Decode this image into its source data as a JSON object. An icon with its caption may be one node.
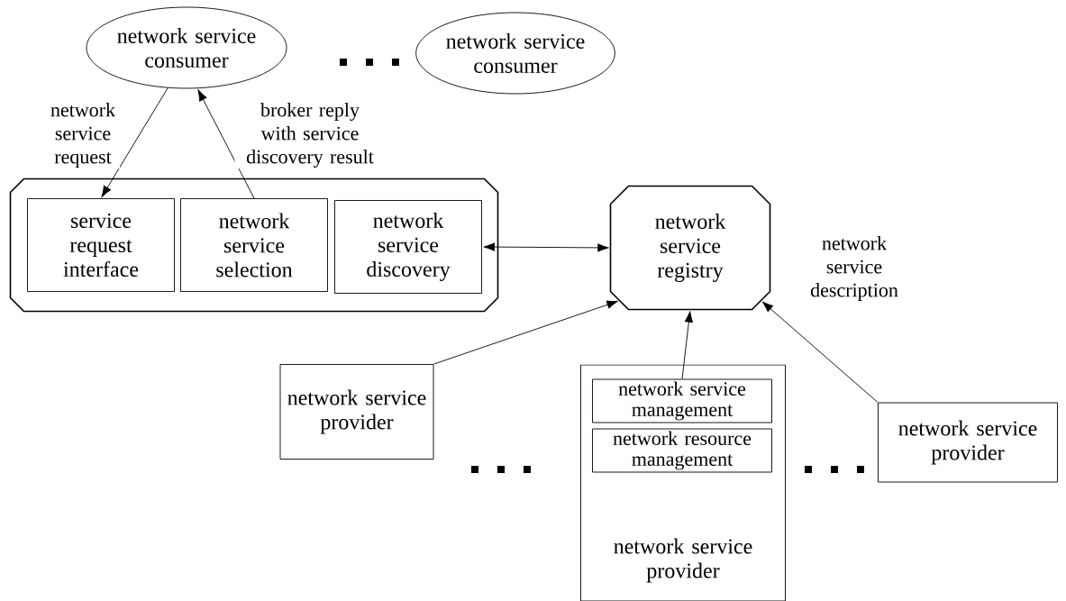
{
  "diagram": {
    "nodes": [
      {
        "text": [
          "network service consumer"
        ]
      },
      {
        "text": [
          "network service consumer"
        ]
      },
      {
        "text": [],
        "shape": "octagon"
      },
      {
        "text": [
          "service request interface"
        ],
        "in": 2
      },
      {
        "text": [
          "network service selection"
        ],
        "in": 2
      },
      {
        "text": [
          "network service discovery"
        ],
        "in": 2
      },
      {
        "text": [
          "network service registry"
        ]
      },
      {
        "text": [
          "network service provider"
        ]
      },
      {
        "text": [
          "network service provider"
        ]
      },
      {
        "text": [
          "network service management"
        ],
        "in": 8
      },
      {
        "text": [
          "network resource management"
        ],
        "in": 8
      },
      {
        "text": [
          "network service provider"
        ]
      }
    ],
    "edges": [
      {
        "from": 0,
        "to": 3,
        "arrow": "to",
        "label": "network service request"
      },
      {
        "from": 4,
        "to": 0,
        "arrow": "to",
        "label": "broker reply with service discovery result"
      },
      {
        "from": 5,
        "to": 6,
        "arrow": "both"
      },
      {
        "from": 7,
        "to": 6,
        "arrow": "to"
      },
      {
        "from": 9,
        "to": 6,
        "arrow": "to"
      },
      {
        "from": 11,
        "to": 6,
        "arrow": "to",
        "label": "network service description"
      }
    ]
  }
}
